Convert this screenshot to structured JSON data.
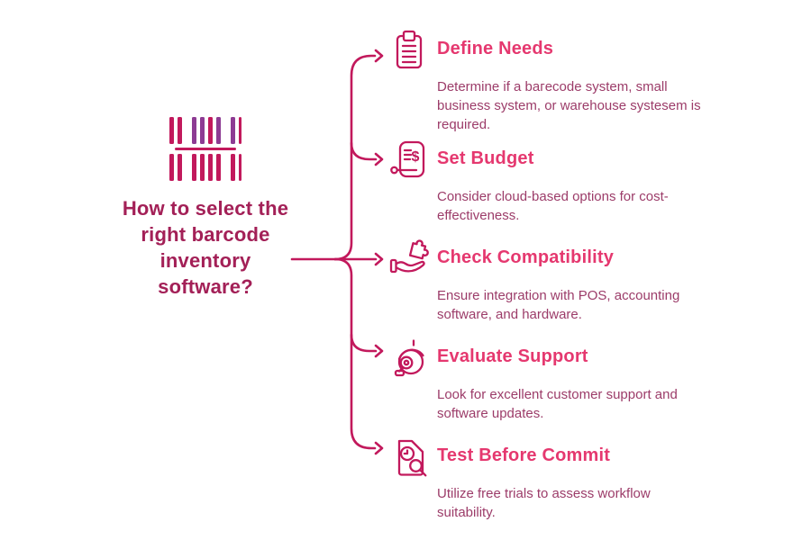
{
  "title": "How to select the\nright barcode\ninventory\nsoftware?",
  "colors": {
    "accent_heading": "#e5386f",
    "title_dark": "#a32057",
    "body_text": "#9c3c69",
    "line_stroke": "#c2195c",
    "barcode_purple": "#8d3b93"
  },
  "icons": {
    "left_logo": "barcode-icon",
    "dollar_glyph": "$"
  },
  "items": [
    {
      "icon": "clipboard-icon",
      "heading": "Define Needs",
      "description": "Determine if a baгecode system, small\nbusiness system, or warehouse systesem is\nrequired."
    },
    {
      "icon": "invoice-dollar-icon",
      "heading": "Set Budget",
      "description": "Consider cloud-based options for cost-\neffectiveness."
    },
    {
      "icon": "hand-puzzle-icon",
      "heading": "Check Compatibility",
      "description": "Ensure integration with POS, accounting\nsoftware, and hardware."
    },
    {
      "icon": "headset-icon",
      "heading": "Evaluate Support",
      "description": "Look for excellent customer support and\nsoftware updates."
    },
    {
      "icon": "document-clock-search-icon",
      "heading": "Test Before Commit",
      "description": "Utilize free trials to assess workflow\nsuitability."
    }
  ]
}
